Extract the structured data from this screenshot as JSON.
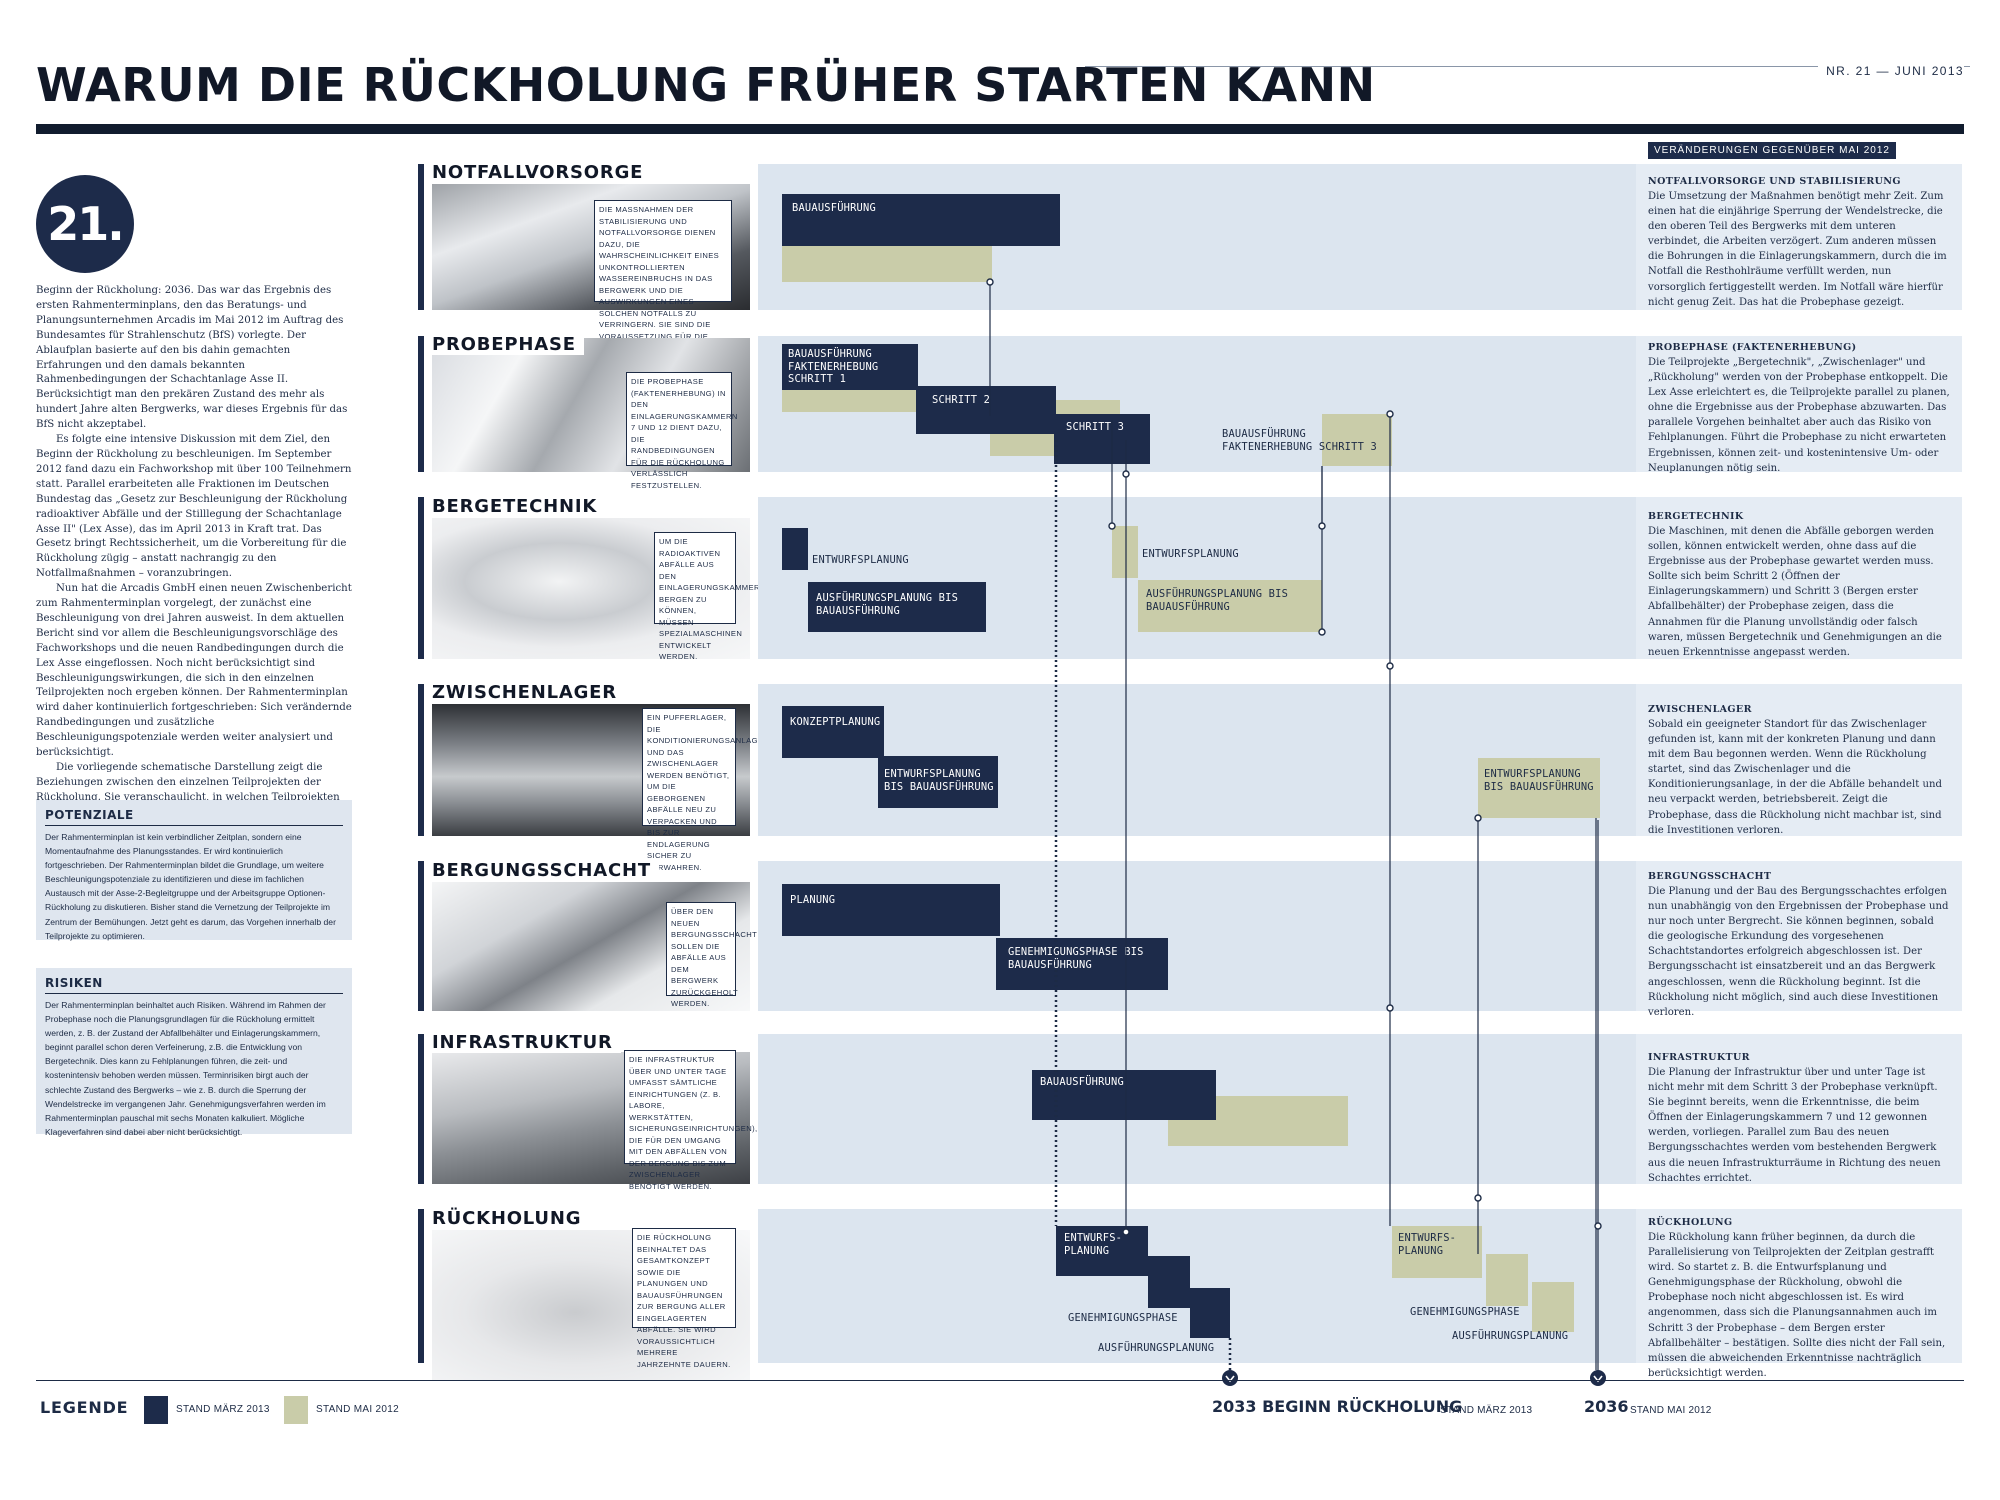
{
  "header": {
    "title": "WARUM DIE RÜCKHOLUNG FRÜHER STARTEN KANN",
    "issue": "NR. 21 — JUNI 2013"
  },
  "badge": "21.",
  "intro": [
    "Beginn der Rückholung: 2036. Das war das Ergebnis des ersten Rahmenterminplans, den das Beratungs- und Planungsunternehmen Arcadis im Mai 2012 im Auftrag des Bundesamtes für Strahlenschutz (BfS) vorlegte. Der Ablaufplan basierte auf den bis dahin gemachten Erfahrungen und den damals bekannten Rahmenbedingungen der Schachtanlage Asse II. Berücksichtigt man den prekären Zustand des mehr als hundert Jahre alten Bergwerks, war dieses Ergebnis für das BfS nicht akzeptabel.",
    "Es folgte eine intensive Diskussion mit dem Ziel, den Beginn der Rückholung zu beschleunigen. Im September 2012 fand dazu ein Fachworkshop mit über 100 Teilnehmern statt. Parallel erarbeiteten alle Fraktionen im Deutschen Bundestag das „Gesetz zur Beschleunigung der Rückholung radioaktiver Abfälle und der Stilllegung der Schachtanlage Asse II\" (Lex Asse), das im April 2013 in Kraft trat. Das Gesetz bringt Rechtssicherheit, um die Vorbereitung für die Rückholung zügig – anstatt nachrangig zu den Notfallmaßnahmen – voranzubringen.",
    "Nun hat die Arcadis GmbH einen neuen Zwischenbericht zum Rahmenterminplan vorgelegt, der zunächst eine Beschleunigung von drei Jahren ausweist. In dem aktuellen Bericht sind vor allem die Beschleunigungsvorschläge des Fachworkshops und die neuen Randbedingungen durch die Lex Asse eingeflossen. Noch nicht berücksichtigt sind Beschleunigungswirkungen, die sich in den einzelnen Teilprojekten noch ergeben können. Der Rahmenterminplan wird daher kontinuierlich fortgeschrieben: Sich verändernde Randbedingungen und zusätzliche Beschleunigungspotenziale werden weiter analysiert und berücksichtigt.",
    "Die vorliegende schematische Darstellung zeigt die Beziehungen zwischen den einzelnen Teilprojekten der Rückholung. Sie veranschaulicht, in welchen Teilprojekten im Vergleich zum Rahmenterminplan vom Mai 2012 Zeit eingespart werden kann. Sie zeigt auch, wie sich die bisher identifizierten Beschleunigungspotenziale auf das Gesamtprojekt Rückholung auswirken."
  ],
  "potenziale": {
    "title": "POTENZIALE",
    "text": "Der Rahmenterminplan ist kein verbindlicher Zeitplan, sondern eine Momentaufnahme des Planungsstandes. Er wird kontinuierlich fortgeschrieben. Der Rahmenterminplan bildet die Grundlage, um weitere Beschleunigungspotenziale zu identifizieren und diese im fachlichen Austausch mit der Asse-2-Begleitgruppe und der Arbeitsgruppe Optionen-Rückholung zu diskutieren. Bisher stand die Vernetzung der Teilprojekte im Zentrum der Bemühungen. Jetzt geht es darum, das Vorgehen innerhalb der Teilprojekte zu optimieren."
  },
  "risiken": {
    "title": "RISIKEN",
    "text": "Der Rahmenterminplan beinhaltet auch Risiken. Während im Rahmen der Probephase noch die Planungsgrundlagen für die Rückholung ermittelt werden, z. B. der Zustand der Abfallbehälter und Einlagerungskammern, beginnt parallel schon deren Verfeinerung, z.B. die Entwicklung von Bergetechnik. Dies kann zu Fehlplanungen führen, die zeit- und kostenintensiv behoben werden müssen. Terminrisiken birgt auch der schlechte Zustand des Bergwerks – wie z. B. durch die Sperrung der Wendelstrecke im vergangenen Jahr. Genehmigungsverfahren werden im Rahmenterminplan pauschal mit sechs Monaten kalkuliert. Mögliche Klageverfahren sind dabei aber nicht berücksichtigt."
  },
  "notes_header": "VERÄNDERUNGEN GEGENÜBER MAI 2012",
  "sections": [
    {
      "title": "NOTFALLVORSORGE",
      "caption": "DIE MASSNAHMEN DER STABILISIERUNG UND NOTFALLVORSORGE DIENEN DAZU, DIE WAHRSCHEINLICHKEIT EINES UNKONTROLLIERTEN WASSEREINBRUCHS IN DAS BERGWERK UND DIE AUSWIRKUNGEN EINES SOLCHEN NOTFALLS ZU VERRINGERN. SIE SIND DIE VORAUSSETZUNG FÜR DIE RÜCKHOLUNG.",
      "note_title": "NOTFALLVORSORGE UND STABILISIERUNG",
      "note_text": "Die Umsetzung der Maßnahmen benötigt mehr Zeit. Zum einen hat die einjährige Sperrung der Wendelstrecke, die den oberen Teil des Bergwerks mit dem unteren verbindet, die Arbeiten verzögert. Zum anderen müssen die Bohrungen in die Einlagerungskammern, durch die im Notfall die Resthohlräume verfüllt werden, nun vorsorglich fertiggestellt werden. Im Notfall wäre hierfür nicht genug Zeit. Das hat die Probephase gezeigt.",
      "bars": [
        {
          "label": "BAUAUSFÜHRUNG"
        }
      ]
    },
    {
      "title": "PROBEPHASE",
      "caption": "DIE PROBEPHASE (FAKTENERHEBUNG) IN DEN EINLAGERUNGSKAMMERN 7 UND 12 DIENT DAZU, DIE RANDBEDINGUNGEN FÜR DIE RÜCKHOLUNG VERLÄSSLICH FESTZUSTELLEN.",
      "note_title": "PROBEPHASE (FAKTENERHEBUNG)",
      "note_text": "Die Teilprojekte „Bergetechnik\", „Zwischenlager\" und „Rückholung\" werden von der Probephase entkoppelt. Die Lex Asse erleichtert es, die Teilprojekte parallel zu planen, ohne die Ergebnisse aus der Probephase abzuwarten. Das parallele Vorgehen beinhaltet aber auch das Risiko von Fehlplanungen. Führt die Probephase zu nicht erwarteten Ergebnissen, können zeit- und kostenintensive Um- oder Neuplanungen nötig sein.",
      "bars": [
        {
          "label": "BAUAUSFÜHRUNG FAKTENERHEBUNG SCHRITT 1"
        },
        {
          "label": "SCHRITT 2"
        },
        {
          "label": "SCHRITT 3"
        },
        {
          "label": "BAUAUSFÜHRUNG FAKTENERHEBUNG SCHRITT 3"
        }
      ]
    },
    {
      "title": "BERGETECHNIK",
      "caption": "UM DIE RADIOAKTIVEN ABFÄLLE AUS DEN EINLAGERUNGSKAMMERN BERGEN ZU KÖNNEN, MÜSSEN SPEZIALMASCHINEN ENTWICKELT WERDEN.",
      "note_title": "BERGETECHNIK",
      "note_text": "Die Maschinen, mit denen die Abfälle geborgen werden sollen, können entwickelt werden, ohne dass auf die Ergebnisse aus der Probephase gewartet werden muss. Sollte sich beim Schritt 2 (Öffnen der Einlagerungskammern) und Schritt 3 (Bergen erster Abfallbehälter) der Probephase zeigen, dass die Annahmen für die Planung unvollständig oder falsch waren, müssen Bergetechnik und Genehmigungen an die neuen Erkenntnisse angepasst werden.",
      "bars": [
        {
          "label": "ENTWURFSPLANUNG"
        },
        {
          "label": "AUSFÜHRUNGSPLANUNG BIS BAUAUSFÜHRUNG"
        },
        {
          "label": "ENTWURFSPLANUNG"
        },
        {
          "label": "AUSFÜHRUNGSPLANUNG BIS BAUAUSFÜHRUNG"
        }
      ]
    },
    {
      "title": "ZWISCHENLAGER",
      "caption": "EIN PUFFERLAGER, DIE KONDITIONIERUNGSANLAGE UND DAS ZWISCHENLAGER WERDEN BENÖTIGT, UM DIE GEBORGENEN ABFÄLLE NEU ZU VERPACKEN UND BIS ZUR ENDLAGERUNG SICHER ZU VERWAHREN.",
      "note_title": "ZWISCHENLAGER",
      "note_text": "Sobald ein geeigneter Standort für das Zwischenlager gefunden ist, kann mit der konkreten Planung und dann mit dem Bau begonnen werden. Wenn die Rückholung startet, sind das Zwischenlager und die Konditionierungsanlage, in der die Abfälle behandelt und neu verpackt werden, betriebsbereit. Zeigt die Probephase, dass die Rückholung nicht machbar ist, sind die Investitionen verloren.",
      "bars": [
        {
          "label": "KONZEPTPLANUNG"
        },
        {
          "label": "ENTWURFSPLANUNG BIS BAUAUSFÜHRUNG"
        },
        {
          "label": "ENTWURFSPLANUNG BIS BAUAUSFÜHRUNG"
        }
      ]
    },
    {
      "title": "BERGUNGSSCHACHT",
      "caption": "ÜBER DEN NEUEN BERGUNGSSCHACHT SOLLEN DIE ABFÄLLE AUS DEM BERGWERK ZURÜCKGEHOLT WERDEN.",
      "note_title": "BERGUNGSSCHACHT",
      "note_text": "Die Planung und der Bau des Bergungsschachtes erfolgen nun unabhängig von den Ergebnissen der Probephase und nur noch unter Bergrecht. Sie können beginnen, sobald die geologische Erkundung des vorgesehenen Schachtstandortes erfolgreich abgeschlossen ist. Der Bergungsschacht ist einsatzbereit und an das Bergwerk angeschlossen, wenn die Rückholung beginnt. Ist die Rückholung nicht möglich, sind auch diese Investitionen verloren.",
      "bars": [
        {
          "label": "PLANUNG"
        },
        {
          "label": "GENEHMIGUNGSPHASE BIS BAUAUSFÜHRUNG"
        }
      ]
    },
    {
      "title": "INFRASTRUKTUR",
      "caption": "DIE INFRASTRUKTUR ÜBER UND UNTER TAGE UMFASST SÄMTLICHE EINRICHTUNGEN (Z. B. LABORE, WERKSTÄTTEN, SICHERUNGSEINRICHTUNGEN), DIE FÜR DEN UMGANG MIT DEN ABFÄLLEN VON DER BERGUNG BIS ZUM ZWISCHENLAGER BENÖTIGT WERDEN.",
      "note_title": "INFRASTRUKTUR",
      "note_text": "Die Planung der Infrastruktur über und unter Tage ist nicht mehr mit dem Schritt 3 der Probephase verknüpft. Sie beginnt bereits, wenn die Erkenntnisse, die beim Öffnen der Einlagerungskammern 7 und 12 gewonnen werden, vorliegen. Parallel zum Bau des neuen Bergungsschachtes werden vom bestehenden Bergwerk aus die neuen Infrastrukturräume in Richtung des neuen Schachtes errichtet.",
      "bars": [
        {
          "label": "BAUAUSFÜHRUNG"
        }
      ]
    },
    {
      "title": "RÜCKHOLUNG",
      "caption": "DIE RÜCKHOLUNG BEINHALTET DAS GESAMTKONZEPT SOWIE DIE PLANUNGEN UND BAUAUSFÜHRUNGEN ZUR BERGUNG ALLER EINGELAGERTEN ABFÄLLE. SIE WIRD VORAUSSICHTLICH MEHRERE JAHRZEHNTE DAUERN.",
      "note_title": "RÜCKHOLUNG",
      "note_text": "Die Rückholung kann früher beginnen, da durch die Parallelisierung von Teilprojekten der Zeitplan gestrafft wird. So startet z. B. die Entwurfsplanung und Genehmigungsphase der Rückholung, obwohl die Probephase noch nicht abgeschlossen ist. Es wird angenommen, dass sich die Planungsannahmen auch im Schritt 3 der Probephase – dem Bergen erster Abfallbehälter – bestätigen. Sollte dies nicht der Fall sein, müssen die abweichenden Erkenntnisse nachträglich berücksichtigt werden.",
      "bars": [
        {
          "label": "ENTWURFS-PLANUNG"
        },
        {
          "label": "GENEHMIGUNGSPHASE"
        },
        {
          "label": "AUSFÜHRUNGSPLANUNG"
        },
        {
          "label": "ENTWURFS-PLANUNG"
        },
        {
          "label": "GENEHMIGUNGSPHASE"
        },
        {
          "label": "AUSFÜHRUNGSPLANUNG"
        }
      ]
    }
  ],
  "legend": {
    "label": "LEGENDE",
    "march": "STAND MÄRZ 2013",
    "may": "STAND MAI 2012",
    "color_march": "#1d2b4a",
    "color_may": "#c9cca9"
  },
  "milestones": {
    "a_title": "2033 BEGINN RÜCKHOLUNG",
    "a_sub": "STAND MÄRZ 2013",
    "b_title": "2036",
    "b_sub": "STAND MAI 2012"
  }
}
